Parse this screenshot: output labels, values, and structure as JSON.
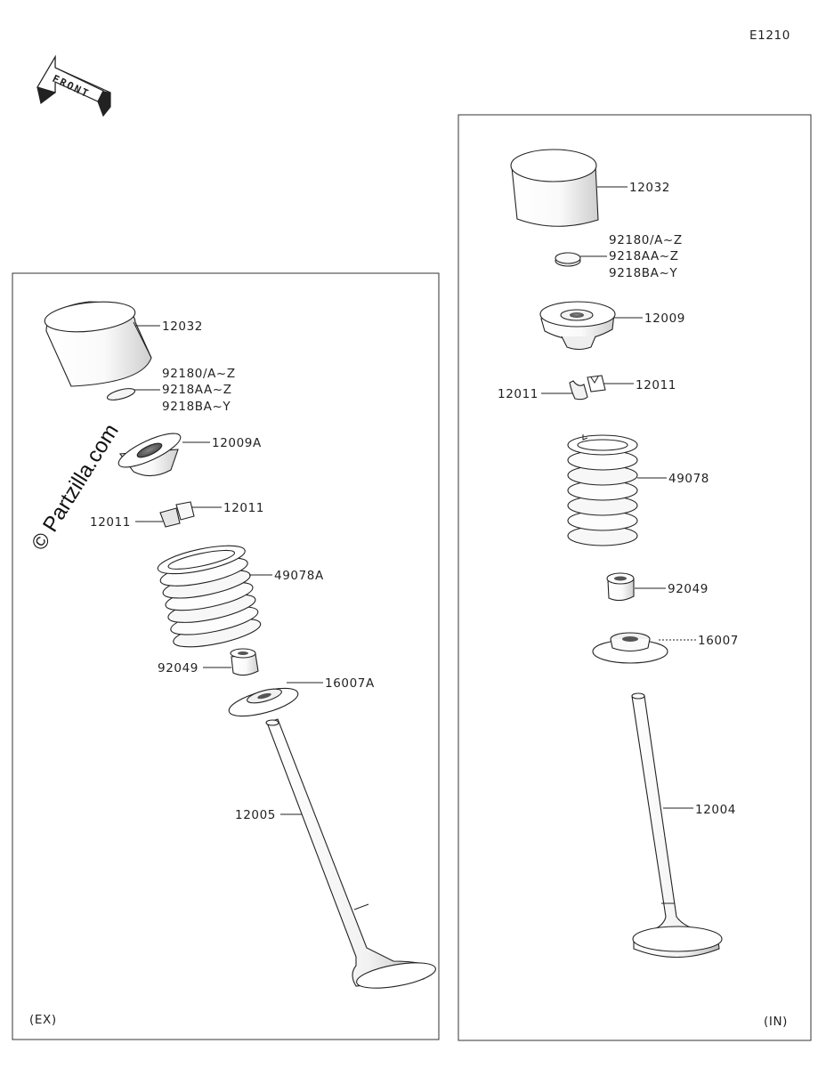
{
  "diagram_code": "E1210",
  "front_label": "FRONT",
  "watermark": "© Partzilla.com",
  "exhaust_panel": {
    "corner_label": "(EX)",
    "labels": {
      "bucket": "12032",
      "shim_1": "92180/A~Z",
      "shim_2": "9218AA~Z",
      "shim_3": "9218BA~Y",
      "retainer": "12009A",
      "cotter_right": "12011",
      "cotter_left": "12011",
      "spring": "49078A",
      "seal": "92049",
      "seat": "16007A",
      "valve": "12005"
    }
  },
  "intake_panel": {
    "corner_label": "(IN)",
    "labels": {
      "bucket": "12032",
      "shim_1": "92180/A~Z",
      "shim_2": "9218AA~Z",
      "shim_3": "9218BA~Y",
      "retainer": "12009",
      "cotter_right": "12011",
      "cotter_left": "12011",
      "spring": "49078",
      "seal": "92049",
      "seat": "16007",
      "valve": "12004"
    }
  },
  "colors": {
    "line": "#222222",
    "background": "#ffffff",
    "watermark": "#111111"
  }
}
